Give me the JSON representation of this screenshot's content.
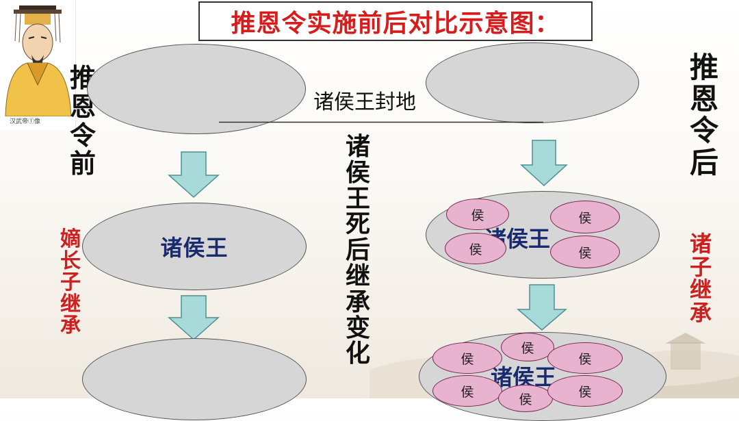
{
  "title": "推恩令实施前后对比示意图：",
  "portrait": {
    "caption": "汉武帝①像"
  },
  "left_label": [
    "推",
    "恩",
    "令",
    "前"
  ],
  "right_label": [
    "推",
    "恩",
    "令",
    "后"
  ],
  "left_red_label": [
    "嫡",
    "长",
    "子",
    "继",
    "承"
  ],
  "right_red_label": [
    "诸",
    "子",
    "继",
    "承"
  ],
  "center_vertical_label": [
    "诸",
    "侯",
    "王",
    "死",
    "后",
    "继",
    "承",
    "变",
    "化"
  ],
  "fief_label": "诸侯王封地",
  "left_middle_ellipse_label": "诸侯王",
  "right_middle_ellipse_label": "诸侯王",
  "right_bottom_ellipse_label": "诸侯王",
  "hou": "侯",
  "colors": {
    "title": "#d81c1c",
    "ellipse_fill": "#d6d6d6",
    "oval_fill": "#e7b3cf",
    "arrow_fill": "#a8dada",
    "ellipse_text": "#1a2a6e"
  }
}
